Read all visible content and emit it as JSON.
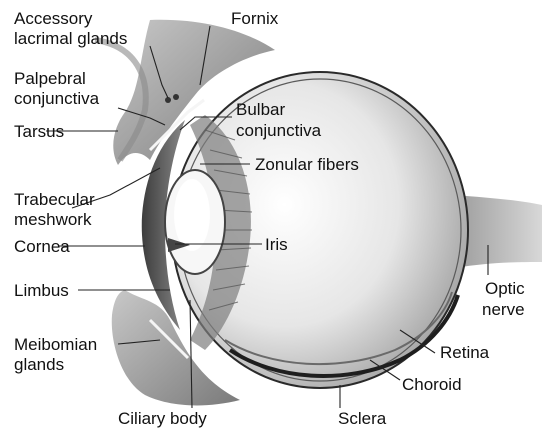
{
  "labels": {
    "accessory_1": "Accessory",
    "accessory_2": "lacrimal glands",
    "fornix": "Fornix",
    "palpebral_1": "Palpebral",
    "palpebral_2": "conjunctiva",
    "bulbar_1": "Bulbar",
    "bulbar_2": "conjunctiva",
    "tarsus": "Tarsus",
    "zonular": "Zonular fibers",
    "trabecular_1": "Trabecular",
    "trabecular_2": "meshwork",
    "cornea": "Cornea",
    "iris": "Iris",
    "limbus": "Limbus",
    "optic_1": "Optic",
    "optic_2": "nerve",
    "meibomian_1": "Meibomian",
    "meibomian_2": "glands",
    "retina": "Retina",
    "choroid": "Choroid",
    "ciliary": "Ciliary body",
    "sclera": "Sclera"
  },
  "colors": {
    "background": "#ffffff",
    "tissue_dark": "#6e6e6e",
    "tissue_light": "#d4d4d4",
    "lens": "#f4f4f4",
    "sclera_line": "#2a2a2a"
  }
}
